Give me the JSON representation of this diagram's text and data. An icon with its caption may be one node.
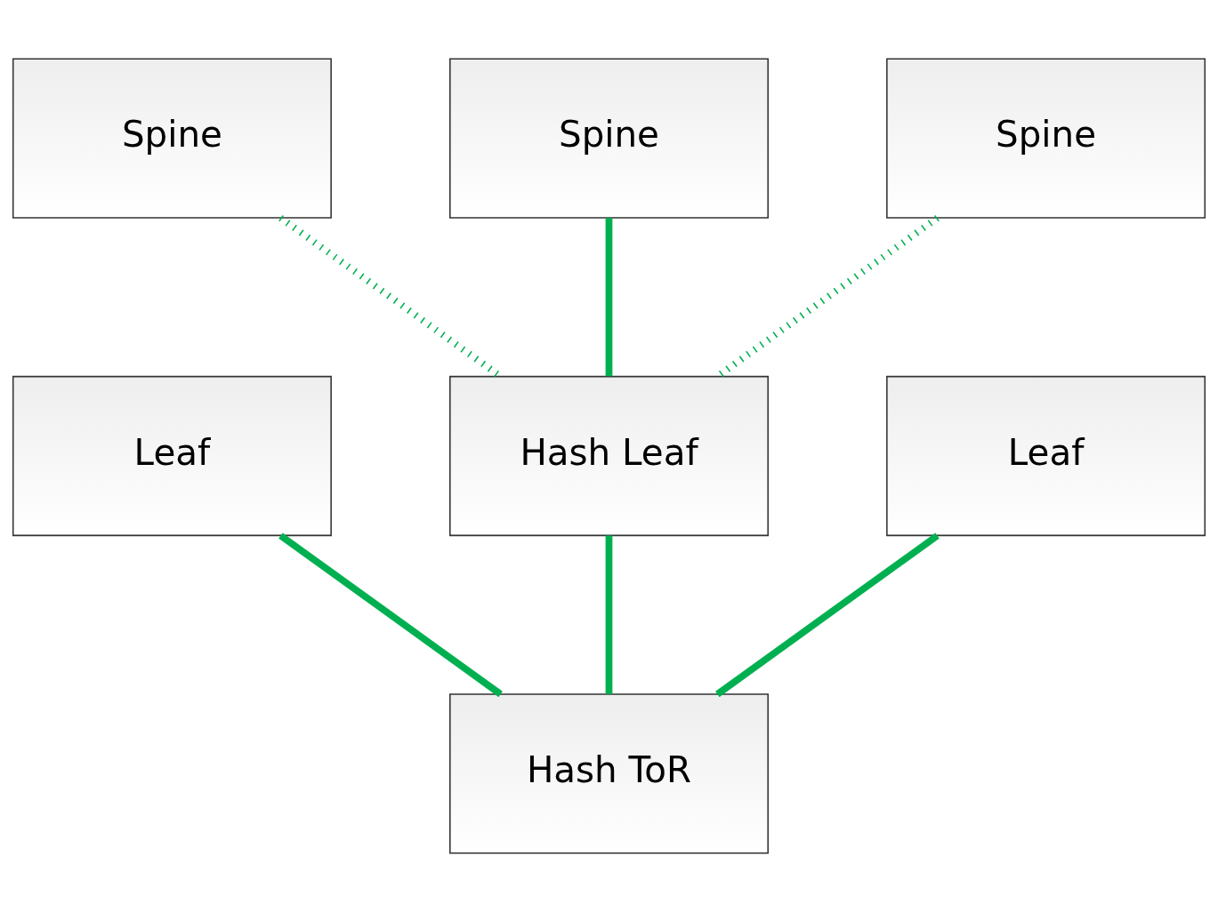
{
  "diagram": {
    "nodes": [
      {
        "text": [
          "Spine"
        ]
      },
      {
        "text": [
          "Spine"
        ]
      },
      {
        "text": [
          "Spine"
        ]
      },
      {
        "text": [
          "Leaf"
        ]
      },
      {
        "text": [
          "Hash Leaf"
        ]
      },
      {
        "text": [
          "Leaf"
        ]
      },
      {
        "text": [
          "Hash ToR"
        ]
      }
    ],
    "edges": [
      {
        "from": 0,
        "to": 4,
        "arrow": "none",
        "style": "dashed"
      },
      {
        "from": 1,
        "to": 4,
        "arrow": "none"
      },
      {
        "from": 2,
        "to": 4,
        "arrow": "none",
        "style": "dashed"
      },
      {
        "from": 3,
        "to": 6,
        "arrow": "none"
      },
      {
        "from": 4,
        "to": 6,
        "arrow": "none"
      },
      {
        "from": 5,
        "to": 6,
        "arrow": "none"
      }
    ]
  }
}
